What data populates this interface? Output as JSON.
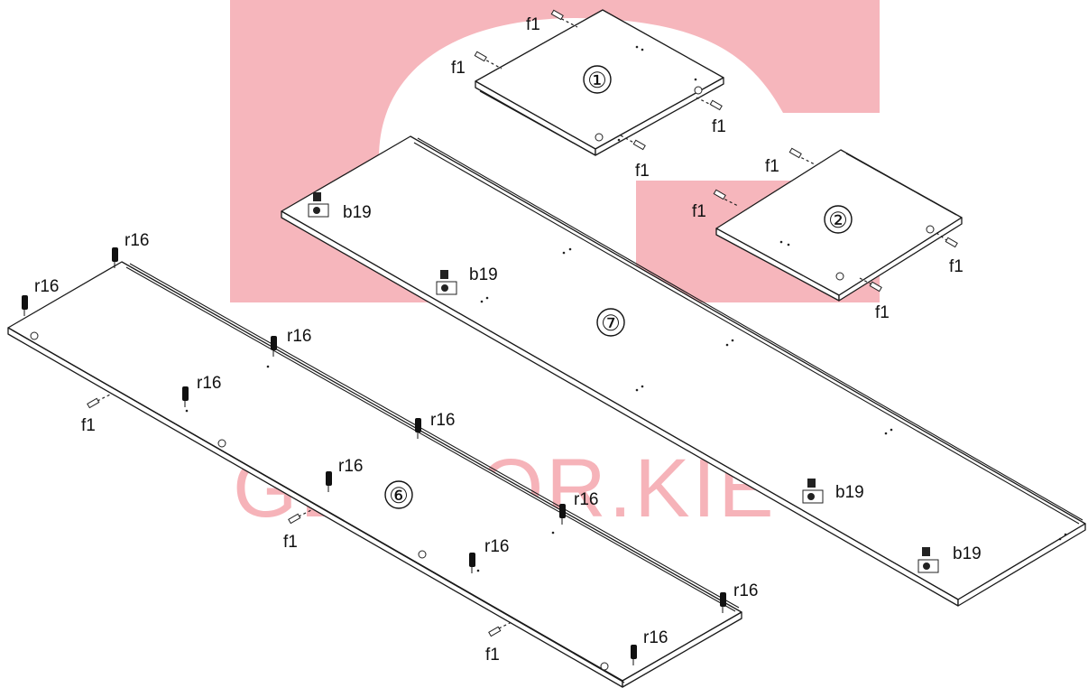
{
  "watermark": {
    "text": "GERBOR.KIEV.UA",
    "logo": "G-logo",
    "color": "#f4a0a8"
  },
  "parts": [
    {
      "id": "part-1",
      "number": "①"
    },
    {
      "id": "part-2",
      "number": "②"
    },
    {
      "id": "part-7",
      "number": "⑦"
    },
    {
      "id": "part-6",
      "number": "⑥"
    }
  ],
  "hardware_labels": {
    "f1": "f1",
    "r16": "r16",
    "b19": "b19"
  }
}
